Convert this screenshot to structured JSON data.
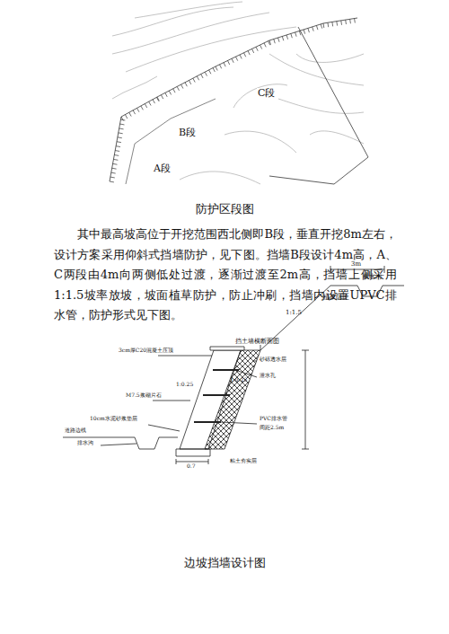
{
  "diagram": {
    "caption": "边坡挡墙设计图",
    "labels": [
      "C段",
      "B段",
      "A段",
      "防护区段图",
      "其中最高坡高位于开挖范围西北侧即B段，垂直开挖8m左右，设计方案采用仰斜式挡墙防护，见下图。挡墙B段设计4m高，A、C两段由4m向两侧低处过渡，逐渐过渡至2m高，挡墙上侧采用1:1.5坡率放坡，坡面植草防护，防止冲刷，挡墙内设置UPVC排水管，防护形式见下图。",
      "挡土墙横断面图",
      "3cm厚C20混凝土压顶",
      "M7.5浆砌片石",
      "10cm水泥砂浆垫层",
      "道路边线",
      "排水沟",
      "1:0.25",
      "1:0.25",
      "砂砾透水层",
      "泄水孔",
      "PVC排水管",
      "间距2.5m",
      "粘土夯实层",
      "1:1.5",
      "植草防护",
      "截水沟",
      "3m",
      "0.7"
    ]
  }
}
